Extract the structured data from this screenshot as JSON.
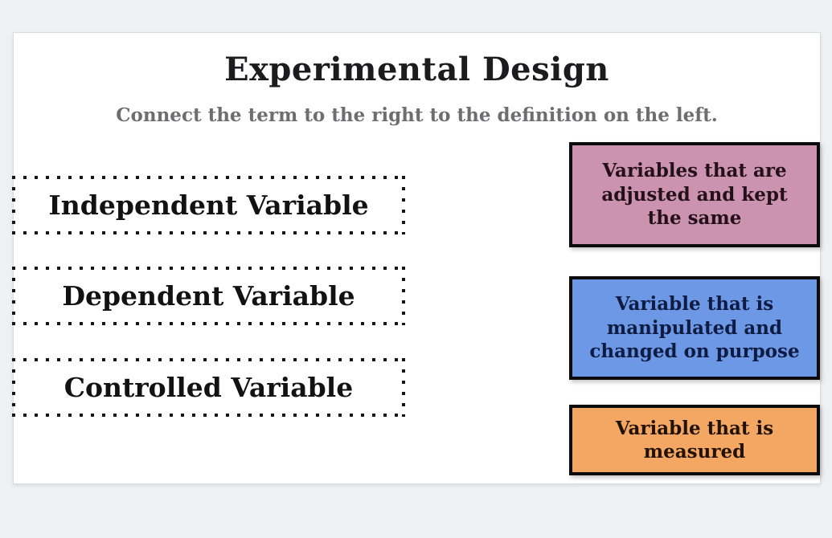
{
  "page": {
    "background_color": "#eef0f3",
    "card_background_color": "#ffffff"
  },
  "header": {
    "title": "Experimental Design",
    "subtitle": "Connect the term to the right to the definition on the left."
  },
  "terms": [
    {
      "label": "Independent Variable"
    },
    {
      "label": "Dependent Variable"
    },
    {
      "label": "Controlled Variable"
    }
  ],
  "definitions": [
    {
      "text": "Variables that are adjusted and kept the same",
      "bg": "#cb93b0",
      "text_color": "#241019"
    },
    {
      "text": "Variable that is manipulated and changed on purpose",
      "bg": "#6d98e5",
      "text_color": "#0e1c44"
    },
    {
      "text": "Variable that is measured",
      "bg": "#f4a763",
      "text_color": "#221204"
    }
  ]
}
